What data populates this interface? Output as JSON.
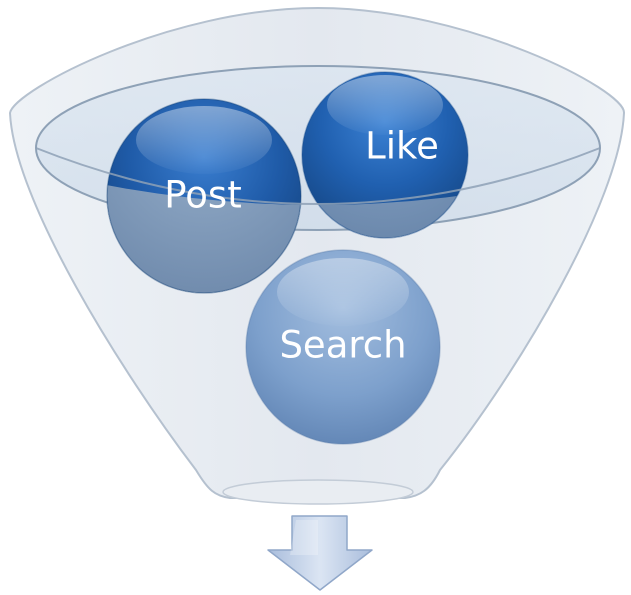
{
  "diagram": {
    "type": "funnel",
    "items": [
      {
        "label": "Post"
      },
      {
        "label": "Like"
      },
      {
        "label": "Search"
      }
    ],
    "output_arrow": "down-arrow-icon"
  },
  "colors": {
    "funnel_fill": "#e6ebf1",
    "funnel_stroke": "#b5c1cf",
    "rim_fill": "#d3e0ee",
    "post_ball": "#1f5ba8",
    "like_ball": "#2060b0",
    "search_ball": "#7da0cc",
    "arrow_fill": "#bccce6"
  }
}
